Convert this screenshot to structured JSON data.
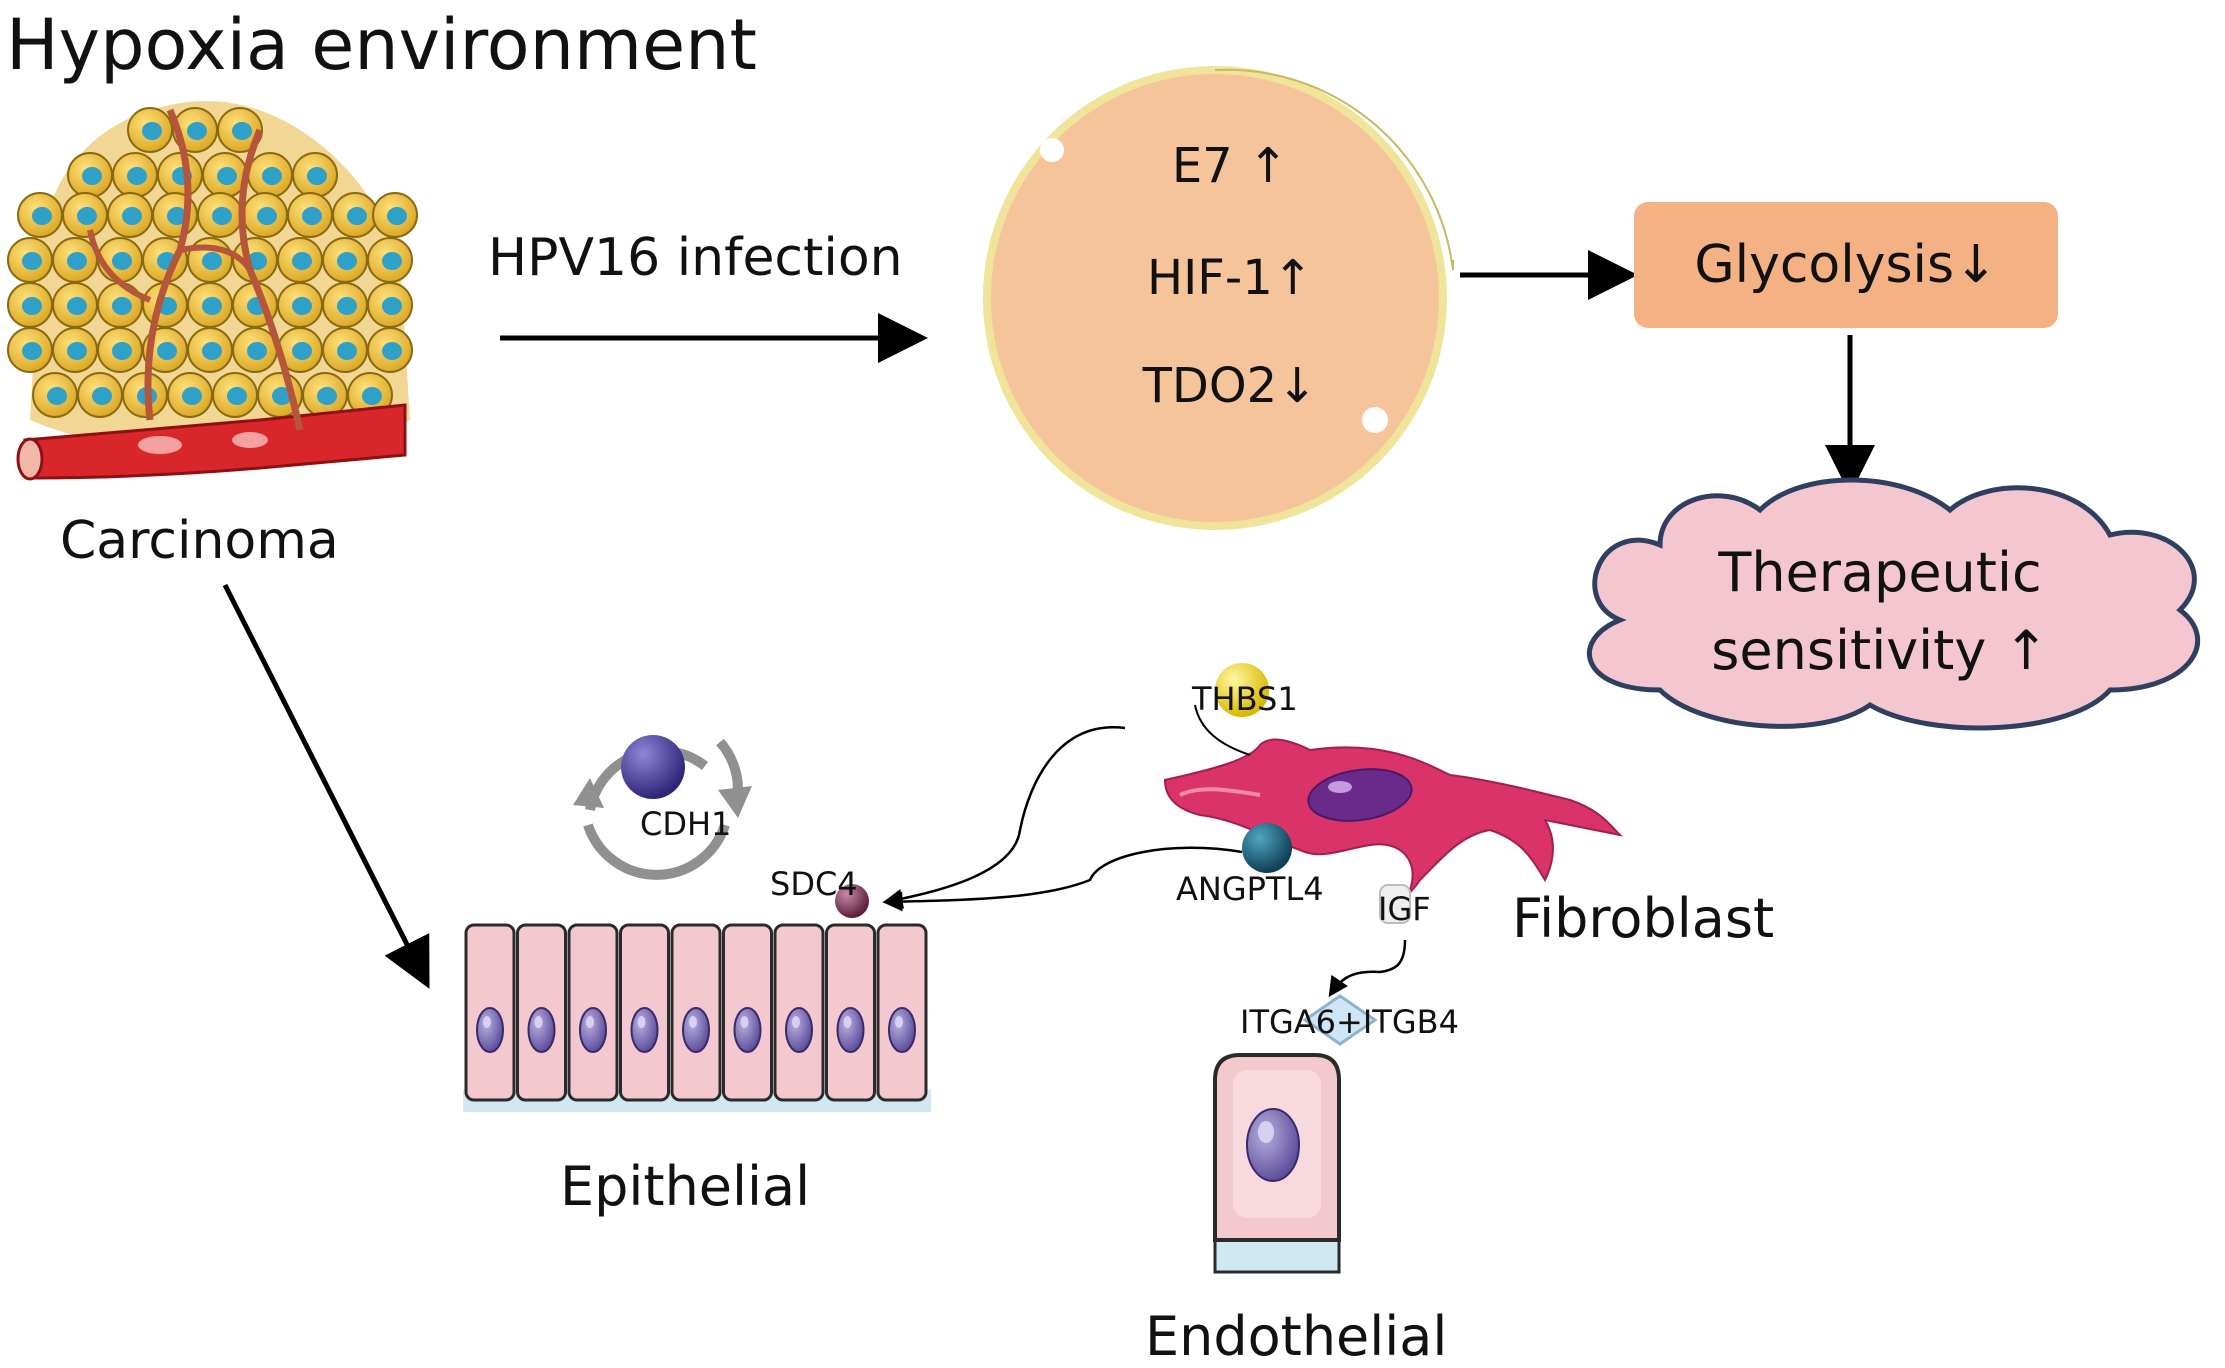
{
  "title": "Hypoxia environment",
  "carcinoma": {
    "label": "Carcinoma"
  },
  "infection": {
    "label": "HPV16 infection"
  },
  "cell": {
    "items": [
      "E7 ↑",
      "HIF-1↑",
      "TDO2↓"
    ]
  },
  "glycolysis": {
    "label": "Glycolysis↓"
  },
  "outcome": {
    "line1": "Therapeutic",
    "line2": "sensitivity ↑"
  },
  "molecules": {
    "thbs1": "THBS1",
    "cdh1": "CDH1",
    "sdc4": "SDC4",
    "angptl4": "ANGPTL4",
    "igf": "IGF",
    "itga6_itgb4": "ITGA6+ITGB4"
  },
  "cell_types": {
    "fibroblast": "Fibroblast",
    "epithelial": "Epithelial",
    "endothelial": "Endothelial"
  },
  "colors": {
    "cell_fill": "#f5c49a",
    "cell_border": "#f0e49a",
    "glycolysis_box": "#f4b183",
    "cloud_fill": "#f4c6d0",
    "cloud_border": "#2f3f5f",
    "epithelial_fill": "#f3c8cf",
    "nucleus": "#7f6fb0",
    "fibroblast": "#d9336a",
    "thbs1": "#f2dc20",
    "angptl4": "#1f6b86",
    "sdc4": "#8a3a5c",
    "cdh1": "#4a3a9a"
  }
}
